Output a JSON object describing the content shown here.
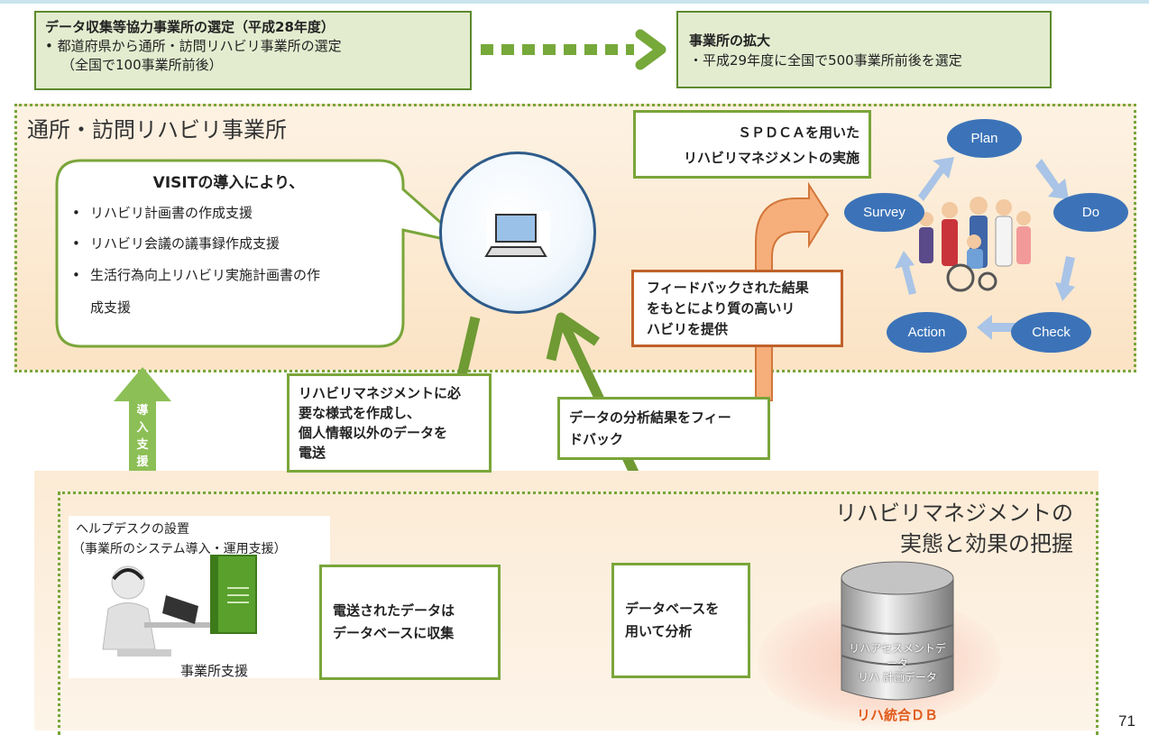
{
  "top_left": {
    "title": "データ収集等協力事業所の選定（平成28年度）",
    "line1": "•  都道府県から通所・訪問リハビリ事業所の選定",
    "line2": "（全国で100事業所前後）"
  },
  "top_right": {
    "title": "事業所の拡大",
    "line1": "・平成29年度に全国で500事業所前後を選定"
  },
  "upper_region_title": "通所・訪問リハビリ事業所",
  "callout": {
    "title": "VISITの導入により、",
    "items": [
      "リハビリ計画書の作成支援",
      "リハビリ会議の議事録作成支援",
      "生活行為向上リハビリ実施計画書の作\n成支援"
    ]
  },
  "spdca_box": "ＳＰＤＣＡを用いた\nリハビリマネジメントの実施",
  "cycle": {
    "plan": "Plan",
    "do": "Do",
    "check": "Check",
    "action": "Action",
    "survey": "Survey"
  },
  "feedback_result": "フィードバックされた結果\nをもとにより質の高いリ\nハビリを提供",
  "send_data": "リハビリマネジメントに必\n要な様式を作成し、\n個人情報以外のデータを\n電送",
  "analysis_feedback": "データの分析結果をフィー\nドバック",
  "introduction_support": "導\n入\n支\n援",
  "lower_region_title": "リハビリマネジメントの\n実態と効果の把握",
  "helpdesk": {
    "title": "ヘルプデスクの設置",
    "subtitle": "（事業所のシステム導入・運用支援）",
    "caption": "事業所支援"
  },
  "collect_box": "電送されたデータは\nデータベースに収集",
  "analyze_box": "データベースを\n用いて分析",
  "database": {
    "label1": "リハアセスメントデータ",
    "label2": "リハ 計画データ",
    "caption": "リハ統合ＤＢ"
  },
  "page_number": "71",
  "colors": {
    "green_border": "#7aa53a",
    "orange_border": "#c0612a",
    "cycle_blue": "#3c73b8",
    "db_caption": "#e05a1a"
  }
}
